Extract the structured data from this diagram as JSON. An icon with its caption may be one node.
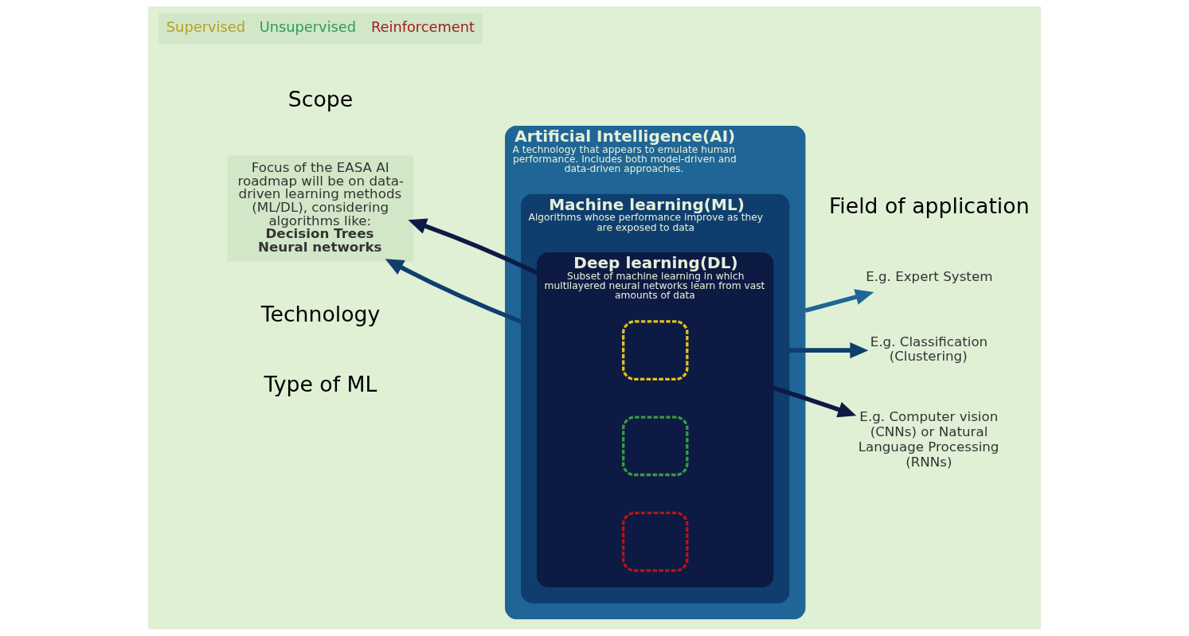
{
  "diagram": {
    "nodes": [
      {
        "text": [
          "Artificial Intelligence(AI)",
          "A technology that appears to emulate human performance. Includes both model-driven and data-driven approaches."
        ]
      },
      {
        "text": [
          "Machine learning(ML)",
          "Algorithms whose performance improve as they are exposed to data"
        ],
        "in": 0
      },
      {
        "text": [
          "Deep learning(DL)",
          "Subset of machine learning in which multilayered neural networks learn from vast amounts of data"
        ],
        "in": 1
      },
      {
        "text": [],
        "shape": "box",
        "in": 2
      },
      {
        "text": [],
        "shape": "box",
        "in": 2
      },
      {
        "text": [],
        "shape": "box",
        "in": 2
      },
      {
        "text": [
          "Focus of the EASA AI roadmap will be on data-driven learning methods (ML/DL), considering algorithms like:",
          "Decision Trees",
          "Neural networks"
        ]
      },
      {
        "text": [
          "E.g. Expert System"
        ]
      },
      {
        "text": [
          "E.g. Classification (Clustering)"
        ]
      },
      {
        "text": [
          "E.g. Computer vision (CNNs) or Natural Language Processing (RNNs)"
        ]
      }
    ],
    "edges": [
      {
        "from": 0,
        "to": 7,
        "arrow": "to",
        "color": "#1f6596"
      },
      {
        "from": 1,
        "to": 6,
        "arrow": "to",
        "color": "#0f3e6e"
      },
      {
        "from": 1,
        "to": 8,
        "arrow": "to",
        "color": "#0f3e6e"
      },
      {
        "from": 2,
        "to": 6,
        "arrow": "to",
        "color": "#0c1a44"
      },
      {
        "from": 2,
        "to": 9,
        "arrow": "to",
        "color": "#0c1a44"
      }
    ],
    "labels": [
      "Technology",
      "Field of application",
      "Scope",
      "Type of ML"
    ],
    "legend": [
      {
        "text": "Supervised",
        "color": "#b8a020"
      },
      {
        "text": "Unsupervised",
        "color": "#2e9a5a"
      },
      {
        "text": "Reinforcement",
        "color": "#a02020"
      }
    ]
  }
}
